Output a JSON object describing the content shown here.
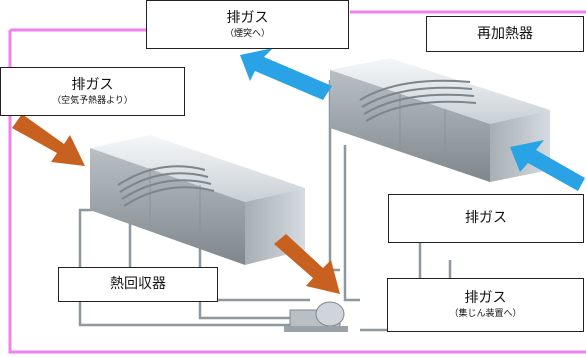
{
  "colors": {
    "frame": "#ee82ee",
    "pipe": "#8e989e",
    "hot_arrow": "#c8611f",
    "cool_arrow": "#29a3e6",
    "unit_top": "#ecf0f3",
    "unit_side": "#9aa1a7"
  },
  "labels": {
    "exhaust_to_stack": {
      "title": "排ガス",
      "sub": "（煙突へ）"
    },
    "reheater": {
      "title": "再加熱器"
    },
    "exhaust_from_preheater": {
      "title": "排ガス",
      "sub": "（空気予熱器より）"
    },
    "exhaust_in": {
      "title": "排ガス"
    },
    "heat_recovery": {
      "title": "熱回収器"
    },
    "exhaust_to_dust": {
      "title": "排ガス",
      "sub": "（集じん装置へ）"
    }
  },
  "icons": {
    "stack_arrow": "arrow-up-left",
    "preheater_arrow": "arrow-down-right",
    "inlet_arrow": "arrow-up-left",
    "dust_arrow": "arrow-down-right"
  }
}
